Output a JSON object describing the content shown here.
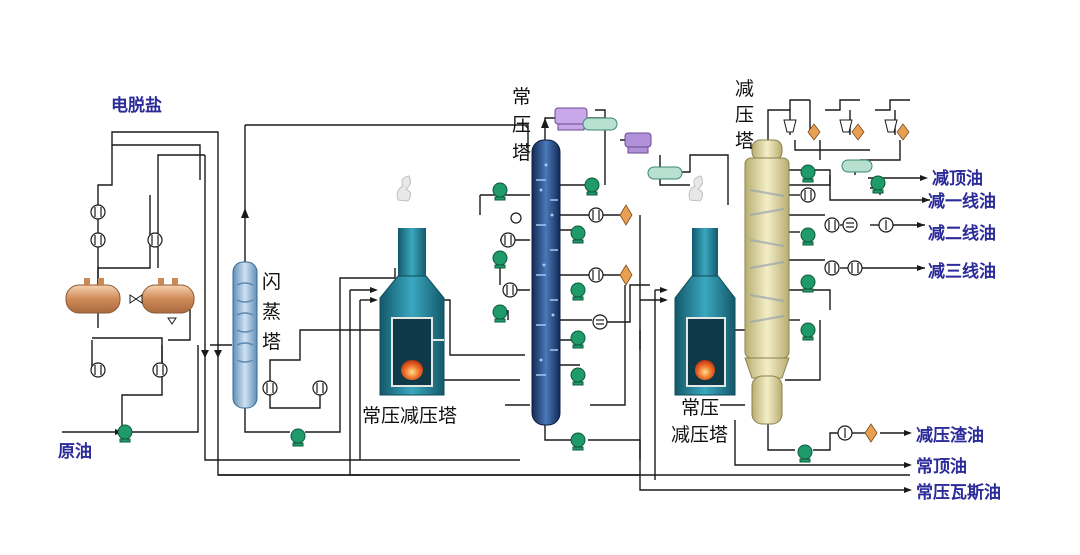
{
  "labels": {
    "desalting": "电脱盐",
    "crude_oil": "原油",
    "flash_tower": [
      "闪",
      "蒸",
      "塔"
    ],
    "atm_tower": [
      "常",
      "压",
      "塔"
    ],
    "vac_tower": [
      "减",
      "压",
      "塔"
    ],
    "furnace1": "常压减压塔",
    "furnace2": [
      "常压",
      "减压塔"
    ]
  },
  "products": {
    "vac_top": "减顶油",
    "vac_1": "减一线油",
    "vac_2": "减二线油",
    "vac_3": "减三线油",
    "vac_residue": "减压渣油",
    "atm_top": "常顶油",
    "atm_gas_oil": "常压瓦斯油"
  },
  "colors": {
    "pipe": "#1a1a1a",
    "label_blue": "#2b2b9a",
    "pump_green": "#1f9a6a",
    "flash_tower": "#8fb8d8",
    "atm_tower": "#1f3f78",
    "vac_tower": "#e8e0a8",
    "furnace": "#2a8aa0",
    "flame": "#e0501e",
    "desalter": "#e2a878",
    "drum": "#b8e0d0",
    "condenser": "#a070c8"
  }
}
